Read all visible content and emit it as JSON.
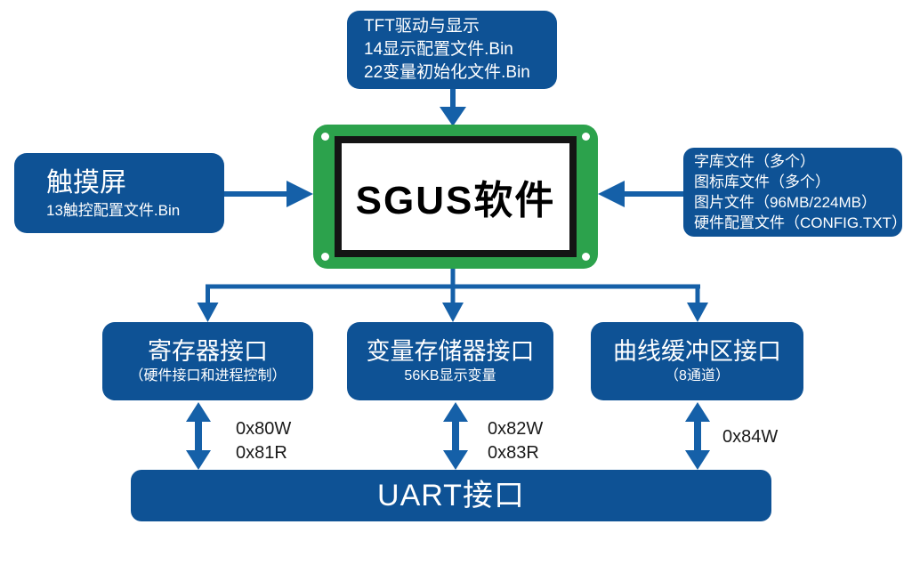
{
  "colors": {
    "box_blue": "#0E5295",
    "arrow_blue": "#1560A8",
    "module_green": "#2CA24C",
    "frame_black": "#141414",
    "label_color": "#1A1A1A",
    "canvas_bg": "#FFFFFF"
  },
  "top_box": {
    "lines": [
      "TFT驱动与显示",
      "14显示配置文件.Bin",
      "22变量初始化文件.Bin"
    ]
  },
  "left_box": {
    "title": "触摸屏",
    "subtitle": "13触控配置文件.Bin"
  },
  "right_box": {
    "lines": [
      "字库文件（多个）",
      "图标库文件（多个）",
      "图片文件（96MB/224MB）",
      "硬件配置文件（CONFIG.TXT）"
    ]
  },
  "module": {
    "label": "SGUS软件"
  },
  "interfaces": [
    {
      "title": "寄存器接口",
      "subtitle": "（硬件接口和进程控制）"
    },
    {
      "title": "变量存储器接口",
      "subtitle": "56KB显示变量"
    },
    {
      "title": "曲线缓冲区接口",
      "subtitle": "（8通道）"
    }
  ],
  "address_labels": [
    {
      "lines": [
        "0x80W",
        "0x81R"
      ]
    },
    {
      "lines": [
        "0x82W",
        "0x83R"
      ]
    },
    {
      "lines": [
        "0x84W"
      ]
    }
  ],
  "uart": {
    "label": "UART接口"
  }
}
